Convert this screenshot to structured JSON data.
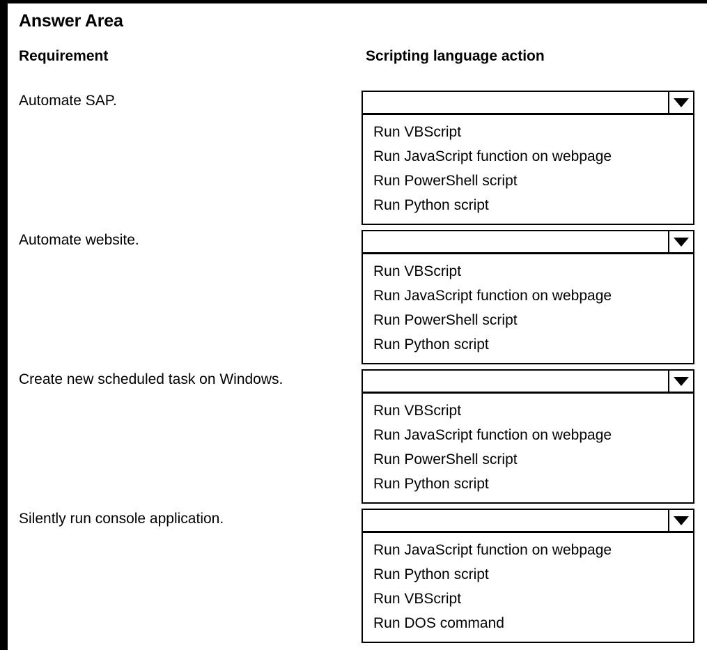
{
  "page": {
    "title": "Answer Area",
    "background_color": "#ffffff",
    "text_color": "#000000",
    "border_color": "#000000"
  },
  "table": {
    "headers": {
      "requirement": "Requirement",
      "action": "Scripting language action"
    },
    "rows": [
      {
        "requirement": "Automate SAP.",
        "dropdown": {
          "selected": "",
          "placeholder": "",
          "arrow_icon": "chevron-down-icon",
          "expanded": true,
          "options": [
            "Run VBScript",
            "Run JavaScript function on webpage",
            "Run PowerShell script",
            "Run Python script"
          ]
        }
      },
      {
        "requirement": "Automate website.",
        "dropdown": {
          "selected": "",
          "placeholder": "",
          "arrow_icon": "chevron-down-icon",
          "expanded": true,
          "options": [
            "Run VBScript",
            "Run JavaScript function on webpage",
            "Run PowerShell script",
            "Run Python script"
          ]
        }
      },
      {
        "requirement": "Create new scheduled task on Windows.",
        "dropdown": {
          "selected": "",
          "placeholder": "",
          "arrow_icon": "chevron-down-icon",
          "expanded": true,
          "options": [
            "Run VBScript",
            "Run JavaScript function on webpage",
            "Run PowerShell script",
            "Run Python script"
          ]
        }
      },
      {
        "requirement": "Silently run console application.",
        "dropdown": {
          "selected": "",
          "placeholder": "",
          "arrow_icon": "chevron-down-icon",
          "expanded": true,
          "options": [
            "Run JavaScript function on webpage",
            "Run Python script",
            "Run VBScript",
            "Run DOS command"
          ]
        }
      }
    ]
  }
}
